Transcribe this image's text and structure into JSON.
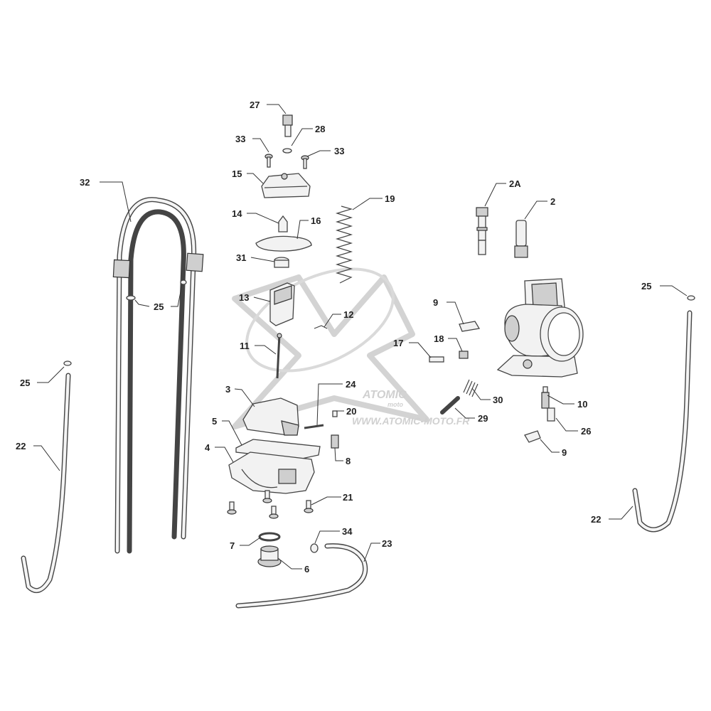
{
  "watermark": {
    "brand": "ATOMIC",
    "sub": "moto",
    "url": "WWW.ATOMIC-MOTO.FR"
  },
  "callouts": [
    {
      "id": "c27",
      "label": "27"
    },
    {
      "id": "c28",
      "label": "28"
    },
    {
      "id": "c33a",
      "label": "33"
    },
    {
      "id": "c33b",
      "label": "33"
    },
    {
      "id": "c15",
      "label": "15"
    },
    {
      "id": "c19",
      "label": "19"
    },
    {
      "id": "c14",
      "label": "14"
    },
    {
      "id": "c16",
      "label": "16"
    },
    {
      "id": "c31",
      "label": "31"
    },
    {
      "id": "c13",
      "label": "13"
    },
    {
      "id": "c12",
      "label": "12"
    },
    {
      "id": "c11",
      "label": "11"
    },
    {
      "id": "c3",
      "label": "3"
    },
    {
      "id": "c24",
      "label": "24"
    },
    {
      "id": "c20",
      "label": "20"
    },
    {
      "id": "c5",
      "label": "5"
    },
    {
      "id": "c4",
      "label": "4"
    },
    {
      "id": "c8",
      "label": "8"
    },
    {
      "id": "c21",
      "label": "21"
    },
    {
      "id": "c34",
      "label": "34"
    },
    {
      "id": "c23",
      "label": "23"
    },
    {
      "id": "c7",
      "label": "7"
    },
    {
      "id": "c6",
      "label": "6"
    },
    {
      "id": "c32",
      "label": "32"
    },
    {
      "id": "c25a",
      "label": "25"
    },
    {
      "id": "c25b",
      "label": "25"
    },
    {
      "id": "c25c",
      "label": "25"
    },
    {
      "id": "c22a",
      "label": "22"
    },
    {
      "id": "c22b",
      "label": "22"
    },
    {
      "id": "c2A",
      "label": "2A"
    },
    {
      "id": "c2",
      "label": "2"
    },
    {
      "id": "c9a",
      "label": "9"
    },
    {
      "id": "c18",
      "label": "18"
    },
    {
      "id": "c17",
      "label": "17"
    },
    {
      "id": "c30",
      "label": "30"
    },
    {
      "id": "c29",
      "label": "29"
    },
    {
      "id": "c10",
      "label": "10"
    },
    {
      "id": "c26",
      "label": "26"
    },
    {
      "id": "c9b",
      "label": "9"
    }
  ]
}
